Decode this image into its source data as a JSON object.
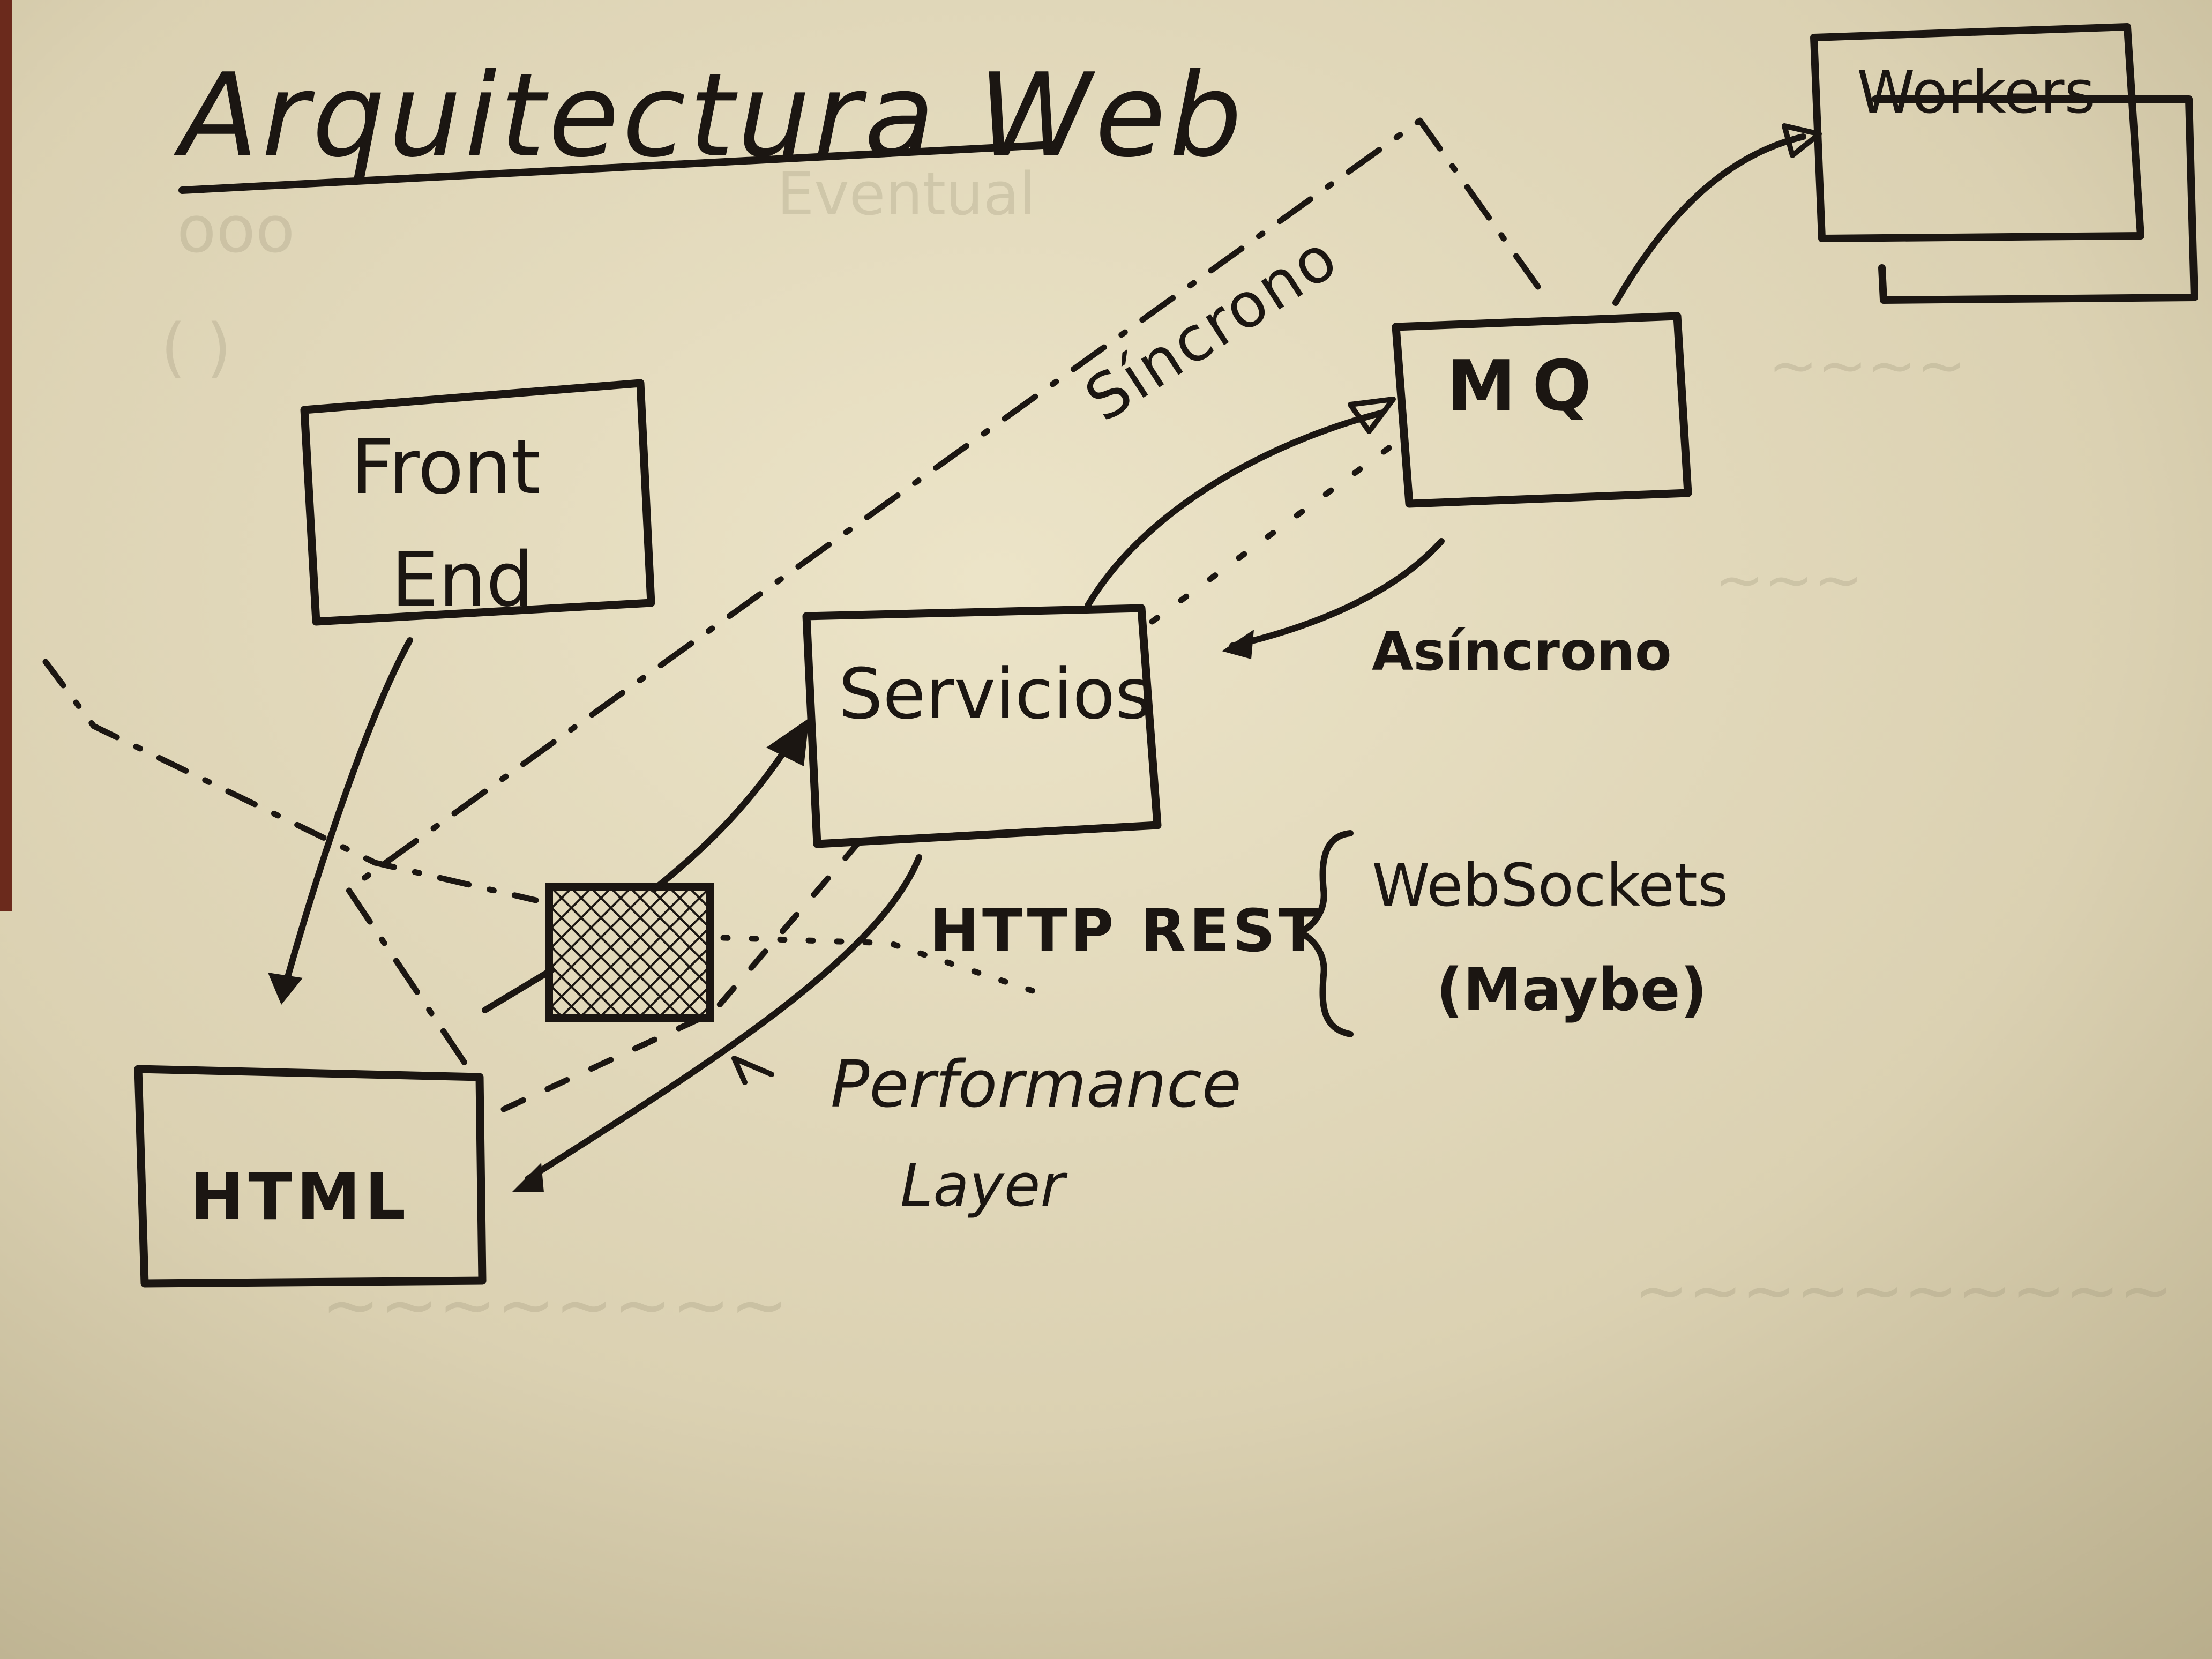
{
  "title": "Arquitectura Web",
  "nodes": {
    "front_end": [
      "Front",
      "End"
    ],
    "html": "HTML",
    "servicios": "Servicios",
    "mq": "MQ",
    "workers": "Workers"
  },
  "labels": {
    "sincrono": "Síncrono",
    "asincrono": "Asíncrono",
    "http_rest": "HTTP REST",
    "websockets": [
      "WebSockets",
      "(Maybe)"
    ],
    "performance_layer": [
      "Performance",
      "Layer"
    ]
  },
  "colors": {
    "paper": "#d9cfb0",
    "ink": "#1b1612",
    "table_edge": "#6b2a1c"
  }
}
